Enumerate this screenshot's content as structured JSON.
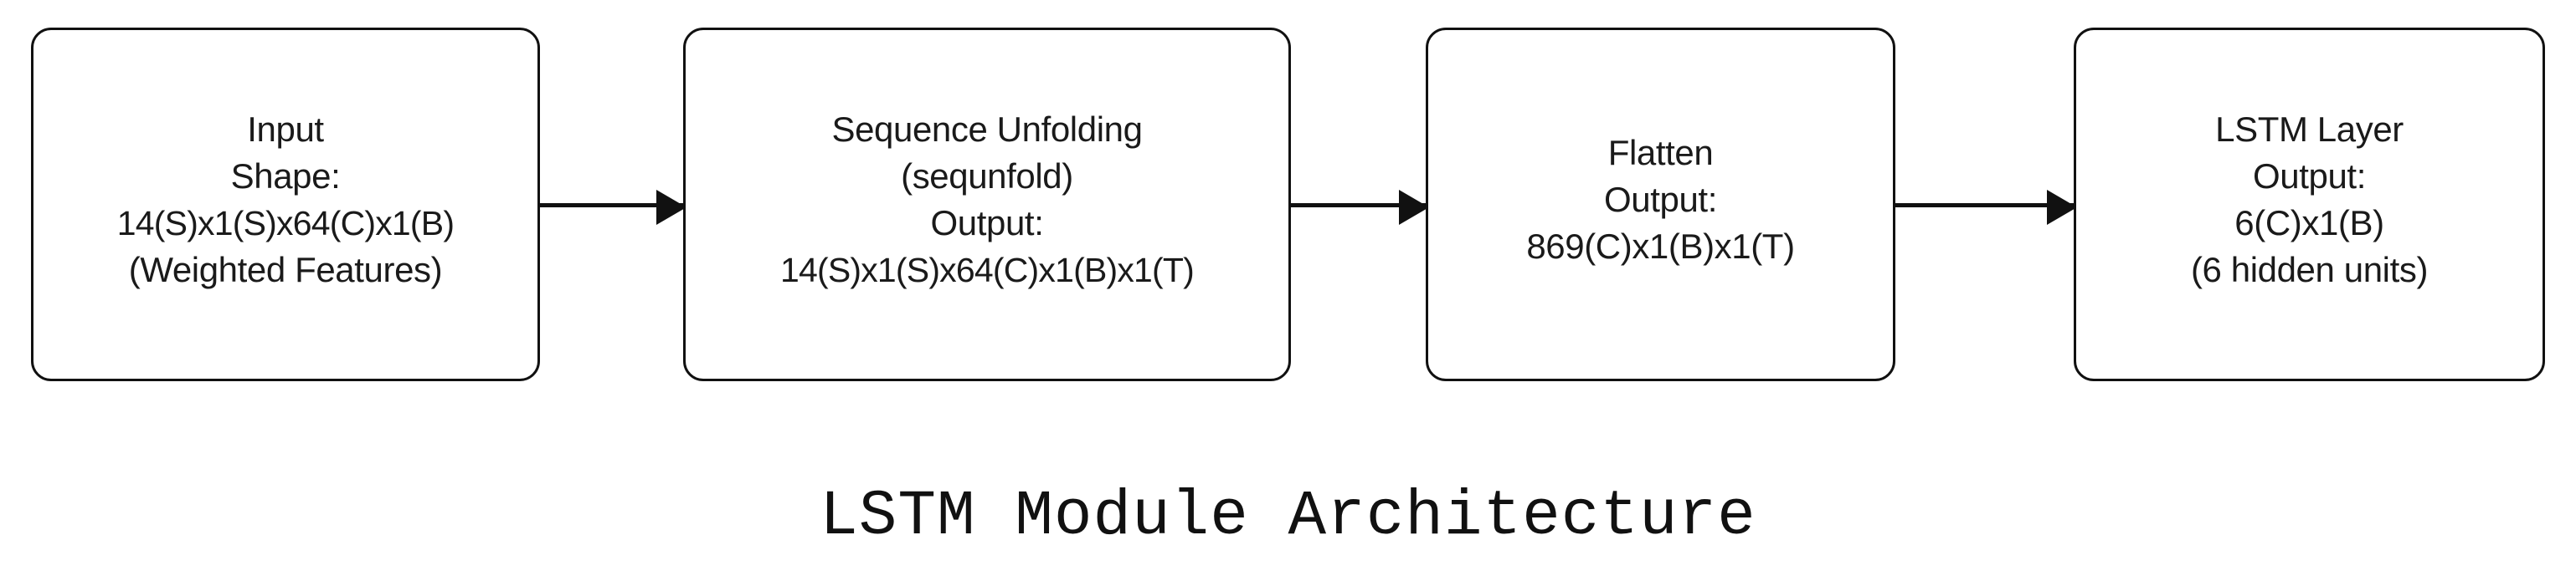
{
  "diagram": {
    "caption": "LSTM Module Architecture",
    "background_color": "#ffffff",
    "stroke_color": "#111111",
    "text_color": "#1a1a1a",
    "nodes": [
      {
        "id": "input",
        "name": "Input",
        "lines": [
          "Input",
          "Shape:",
          "14(S)x1(S)x64(C)x1(B)",
          "(Weighted Features)"
        ]
      },
      {
        "id": "sequence-unfolding",
        "name": "Sequence Unfolding",
        "lines": [
          "Sequence Unfolding",
          "(sequnfold)",
          "Output:",
          "14(S)x1(S)x64(C)x1(B)x1(T)"
        ]
      },
      {
        "id": "flatten",
        "name": "Flatten",
        "lines": [
          "Flatten",
          "Output:",
          "869(C)x1(B)x1(T)"
        ]
      },
      {
        "id": "lstm-layer",
        "name": "LSTM Layer",
        "lines": [
          "LSTM Layer",
          "Output:",
          "6(C)x1(B)",
          "(6 hidden units)"
        ]
      }
    ],
    "connectors": [
      {
        "id": "input-to-sequence-unfolding",
        "from": "input",
        "to": "sequence-unfolding",
        "style": "arrow-right"
      },
      {
        "id": "sequence-unfolding-to-flatten",
        "from": "sequence-unfolding",
        "to": "flatten",
        "style": "arrow-right"
      },
      {
        "id": "flatten-to-lstm-layer",
        "from": "flatten",
        "to": "lstm-layer",
        "style": "arrow-right"
      }
    ]
  }
}
